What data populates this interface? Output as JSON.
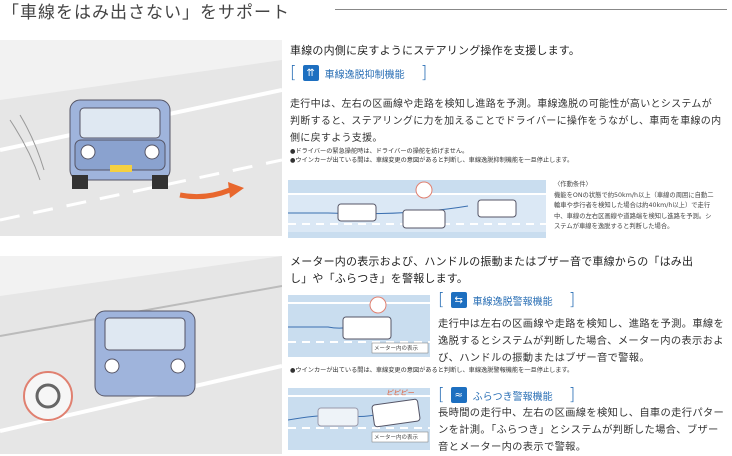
{
  "title": "「車線をはみ出さない」をサポート",
  "section1": {
    "lead": "車線の内側に戻すようにステアリング操作を支援します。",
    "feature": {
      "icon": "lane-keep-assist-icon",
      "label": "車線逸脱抑制機能"
    },
    "body": "走行中は、左右の区画線や走路を検知し進路を予測。車線逸脱の可能性が高いとシステムが判断すると、ステアリングに力を加えることでドライバーに操作をうながし、車両を車線の内側に戻すよう支援。",
    "notes": [
      "●ドライバーの緊急操舵時は、ドライバーの操舵を妨げません。",
      "●ウインカーが出ている間は、車線変更の意図があると判断し、車線逸脱抑制機能を一旦停止します。"
    ],
    "conditions_title": "〈作動条件〉",
    "conditions": "機能をONの状態で約50km/h以上（車線の周囲に自動二輪車や歩行者を検知した場合は約40km/h以上）で走行中、車線の左右区画線や道路端を検知し進路を予測。システムが車線を逸脱すると判断した場合。"
  },
  "section2": {
    "lead": "メーター内の表示および、ハンドルの振動またはブザー音で車線からの「はみ出し」や「ふらつき」を警報します。",
    "features": [
      {
        "icon": "lane-departure-warning-icon",
        "label": "車線逸脱警報機能",
        "body": "走行中は左右の区画線や走路を検知し、進路を予測。車線を逸脱するとシステムが判断した場合、メーター内の表示および、ハンドルの振動またはブザー音で警報。",
        "diagram_label": "メーター内の表示"
      },
      {
        "icon": "sway-warning-icon",
        "label": "ふらつき警報機能",
        "body": "長時間の走行中、左右の区画線を検知し、自車の走行パターンを計測。「ふらつき」とシステムが判断した場合、ブザー音とメーター内の表示で警報。",
        "diagram_label": "メーター内の表示",
        "sound": "ピピピー"
      }
    ],
    "note": "●ウインカーが出ている間は、車線変更の意図があると判断し、車線逸脱警報機能を一旦停止します。"
  },
  "colors": {
    "accent": "#2a6fb5",
    "lane": "#c9ddef",
    "car": "#9fb4dc"
  }
}
